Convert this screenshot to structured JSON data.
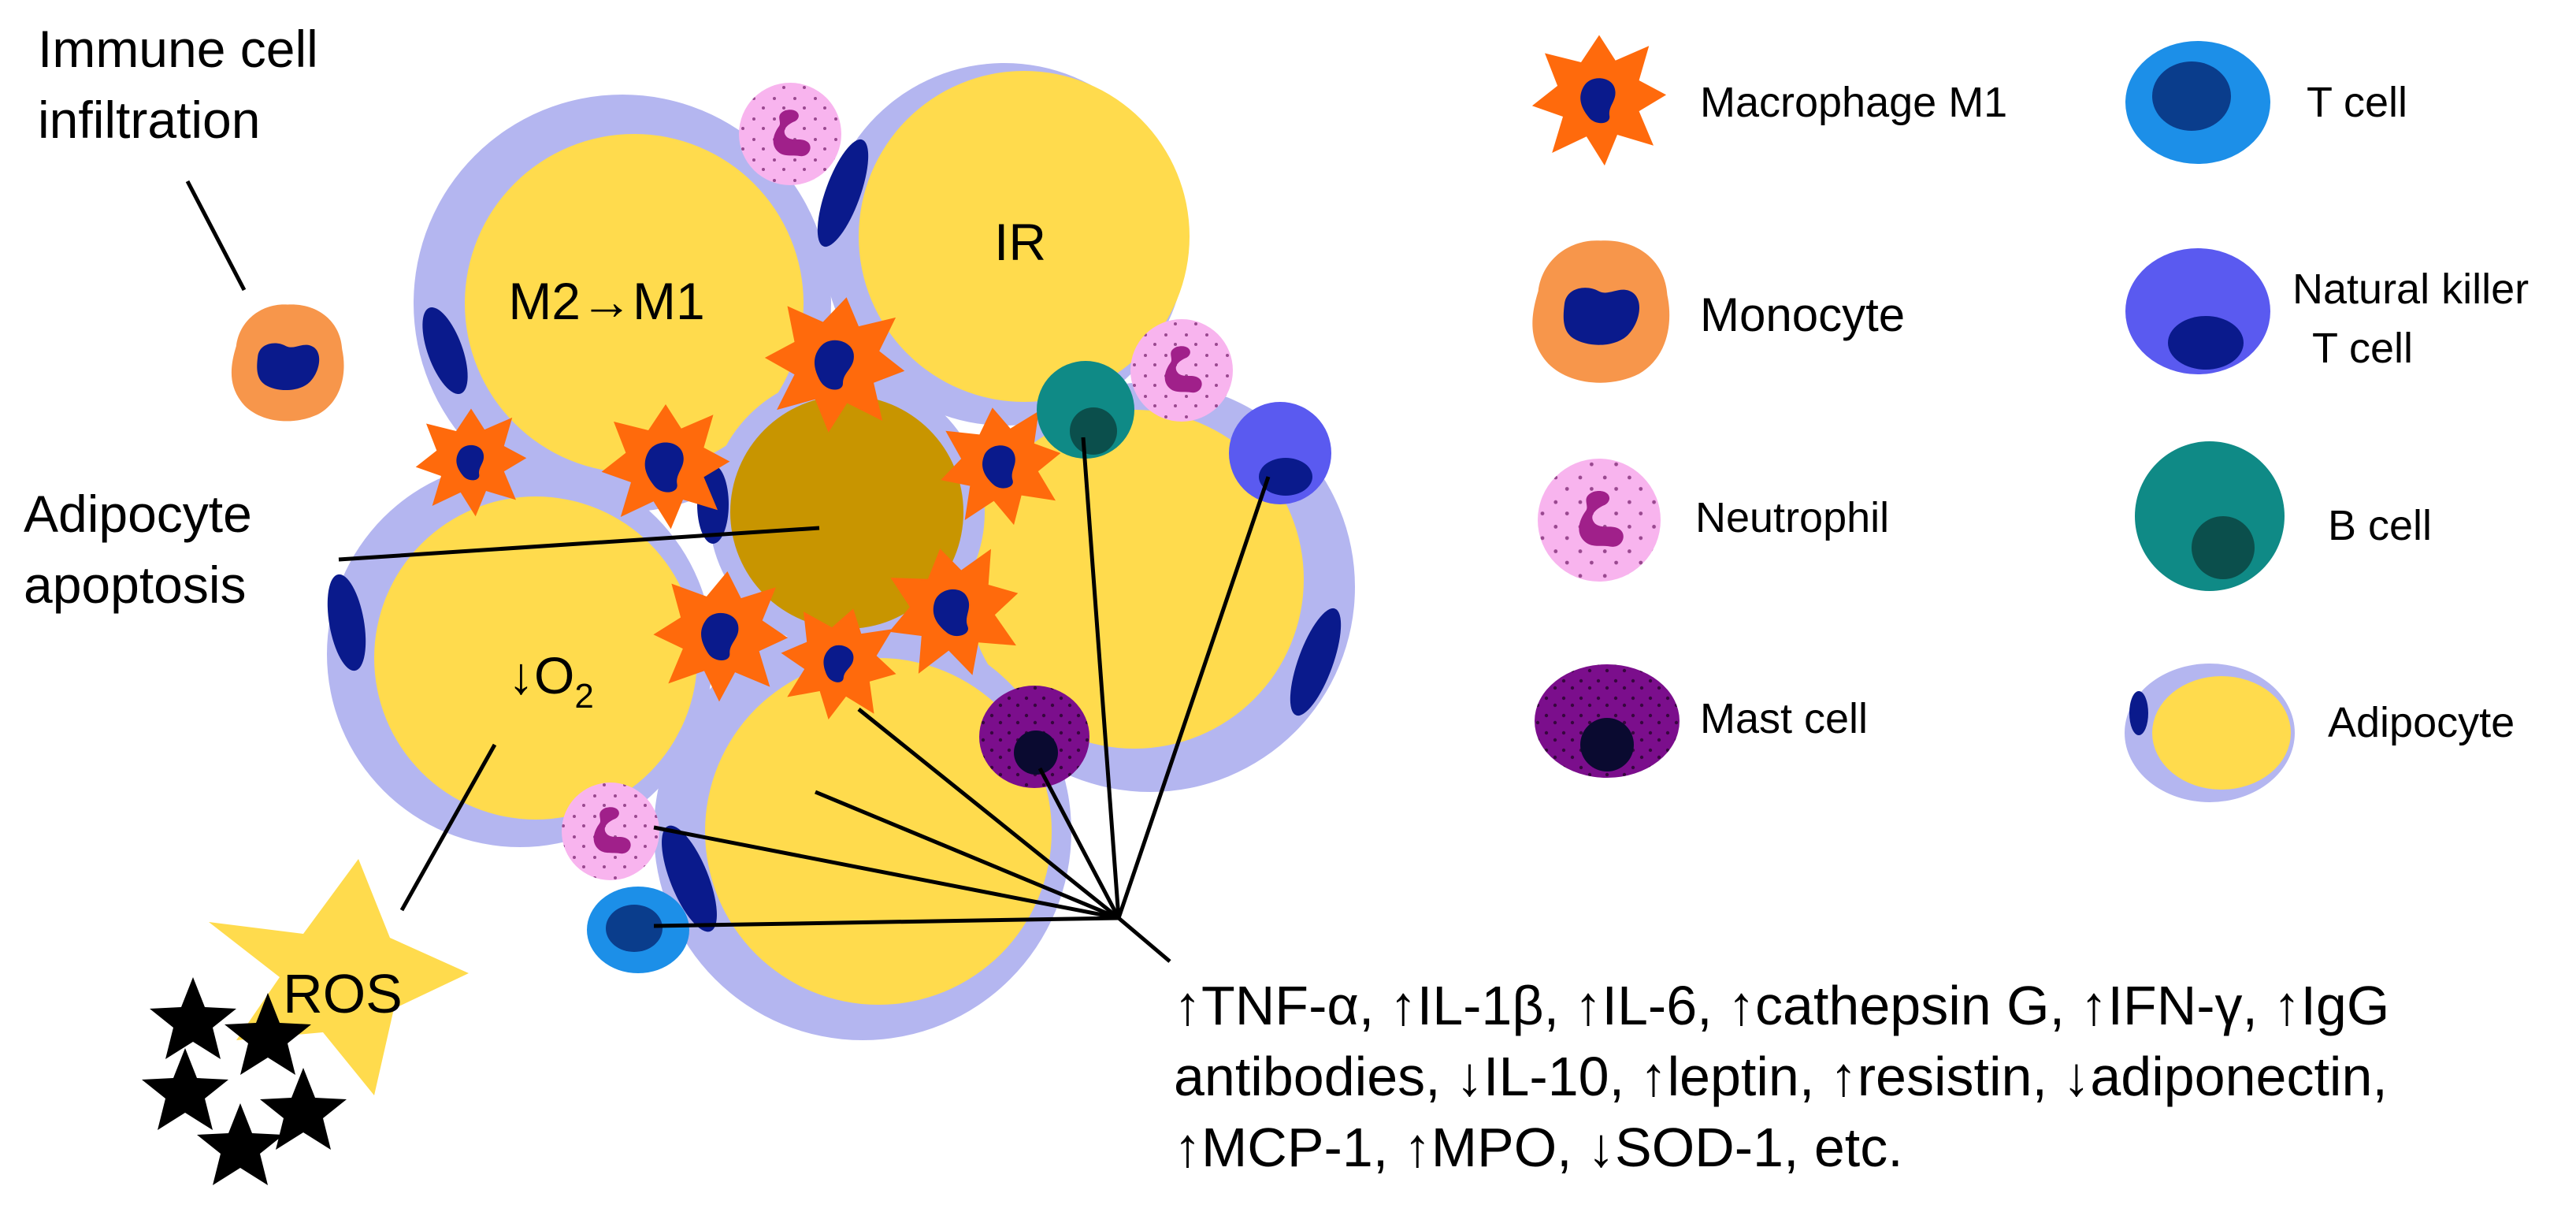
{
  "labels": {
    "immune_infiltration": [
      "Immune cell",
      "infiltration"
    ],
    "adipocyte_apoptosis": [
      "Adipocyte",
      "apoptosis"
    ],
    "m2_m1": "M2→M1",
    "ir": "IR",
    "low_o2": "↓O",
    "low_o2_sub": "2",
    "ros": "ROS"
  },
  "cytokines": [
    "↑TNF-α, ↑IL-1β, ↑IL-6, ↑cathepsin G, ↑IFN-γ, ↑IgG",
    "antibodies, ↓IL-10, ↑leptin, ↑resistin, ↓adiponectin,",
    "↑MCP-1, ↑MPO, ↓SOD-1, etc."
  ],
  "legend": [
    {
      "label": "Macrophage M1",
      "icon": "macrophage-icon"
    },
    {
      "label": "Monocyte",
      "icon": "monocyte-icon"
    },
    {
      "label": "Neutrophil",
      "icon": "neutrophil-icon"
    },
    {
      "label": "Mast cell",
      "icon": "mast-cell-icon"
    },
    {
      "label": "T cell",
      "icon": "t-cell-icon"
    },
    {
      "label": [
        "Natural killer",
        "T cell"
      ],
      "icon": "nk-t-cell-icon"
    },
    {
      "label": "B cell",
      "icon": "b-cell-icon"
    },
    {
      "label": "Adipocyte",
      "icon": "adipocyte-icon"
    }
  ],
  "colors": {
    "adipocyte_fill": "#FFDB4D",
    "adipocyte_membrane": "#B4B6F0",
    "nucleus": "#0A1A8C",
    "macrophage": "#FF6A0C",
    "monocyte": "#F7964B",
    "neutrophil": "#F8B4EE",
    "neutrophil_nucleus": "#A0208A",
    "mast_cell": "#7B0E8C",
    "t_cell": "#1C8FE8",
    "nk_cell": "#5A5AF0",
    "b_cell": "#0F8A86",
    "apoptotic": "#C89500",
    "ros_star": "#FFDB4D"
  }
}
